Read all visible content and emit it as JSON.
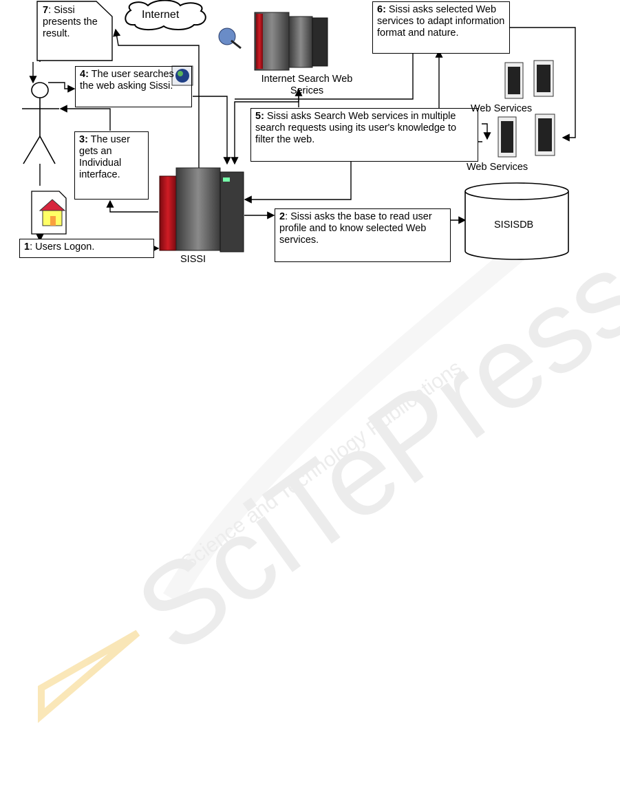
{
  "steps": {
    "s1": {
      "num": "1",
      "text": ": Users Logon."
    },
    "s2": {
      "num": "2",
      "text": ": Sissi asks the base to read user profile and to know selected Web services."
    },
    "s3": {
      "num": "3:",
      "text": " The user gets an Individual interface."
    },
    "s4": {
      "num": "4:",
      "text": " The user searches the web asking Sissi."
    },
    "s5": {
      "num": "5:",
      "text": " Sissi asks Search Web services in multiple search requests using its user's knowledge to filter the web."
    },
    "s6": {
      "num": "6:",
      "text": " Sissi asks selected Web services to adapt information format and nature."
    },
    "s7": {
      "num": "7",
      "text": ": Sissi presents the result."
    }
  },
  "labels": {
    "internet": "Internet",
    "search_services": "Internet Search Web Serices",
    "web_services_1": "Web Services",
    "web_services_2": "Web Services",
    "sissi": "SISSI",
    "db": "SISISDB"
  },
  "watermark": {
    "brand": "SciTePress",
    "tagline": "Science and Technology Publications"
  },
  "colors": {
    "server_red": "#b3121b",
    "server_grey": "#5d5d5d",
    "house_yellow": "#ffff66",
    "watermark": "#e6e6e6",
    "watermark_orange": "#f7d27a"
  }
}
